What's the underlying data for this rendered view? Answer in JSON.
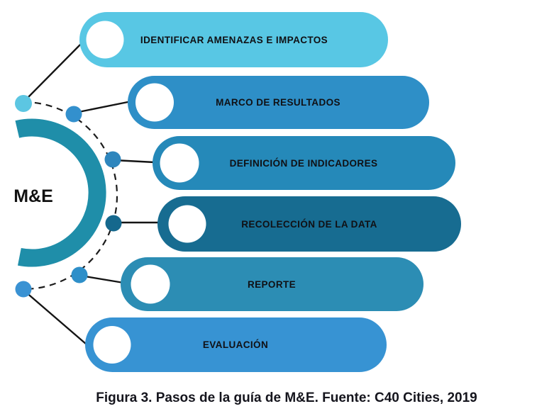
{
  "figure": {
    "center_label": "M&E",
    "ring_color": "#1f8ea9",
    "steps": [
      {
        "label": "IDENTIFICAR AMENAZAS E IMPACTOS",
        "color": "#58c7e4",
        "dot_color": "#5cc6e2"
      },
      {
        "label": "MARCO DE RESULTADOS",
        "color": "#2e8fc7",
        "dot_color": "#3390cd"
      },
      {
        "label": "DEFINICIÓN DE INDICADORES",
        "color": "#2589b9",
        "dot_color": "#2e86bd"
      },
      {
        "label": "RECOLECCIÓN DE LA DATA",
        "color": "#176c91",
        "dot_color": "#15688d"
      },
      {
        "label": "REPORTE",
        "color": "#2c8db4",
        "dot_color": "#2e8fc9"
      },
      {
        "label": "EVALUACIÓN",
        "color": "#3793d3",
        "dot_color": "#3a92d3"
      }
    ]
  },
  "caption": "Figura 3. Pasos de la guía de M&E. Fuente: C40 Cities, 2019"
}
